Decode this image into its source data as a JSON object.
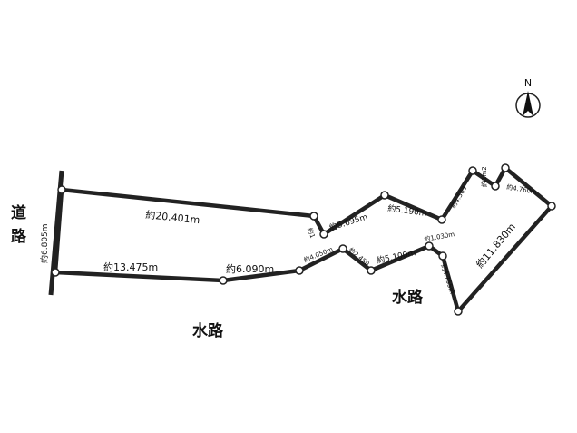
{
  "compass": {
    "label": "N"
  },
  "road": {
    "label_line1": "道",
    "label_line2": "路",
    "length": "約6.805m"
  },
  "waterway_bottom": "水路",
  "waterway_right": "水路",
  "dimensions": {
    "top_left": "約20.401m",
    "bottom_left": "約13.475m",
    "bottom_mid": "約6.090m",
    "step_small": "約1",
    "rise_1": "約5.695m",
    "top_mid": "約5.190m",
    "top_notch_a": "約4.563",
    "top_notch_b": "約1m2",
    "top_right": "約4.760m",
    "right_diag": "約11.830m",
    "bottom_a": "約4.050m",
    "bottom_b": "約2.450",
    "bottom_c": "約5.100m",
    "bottom_d": "約1.030m",
    "bottom_e": "約4.755m"
  }
}
